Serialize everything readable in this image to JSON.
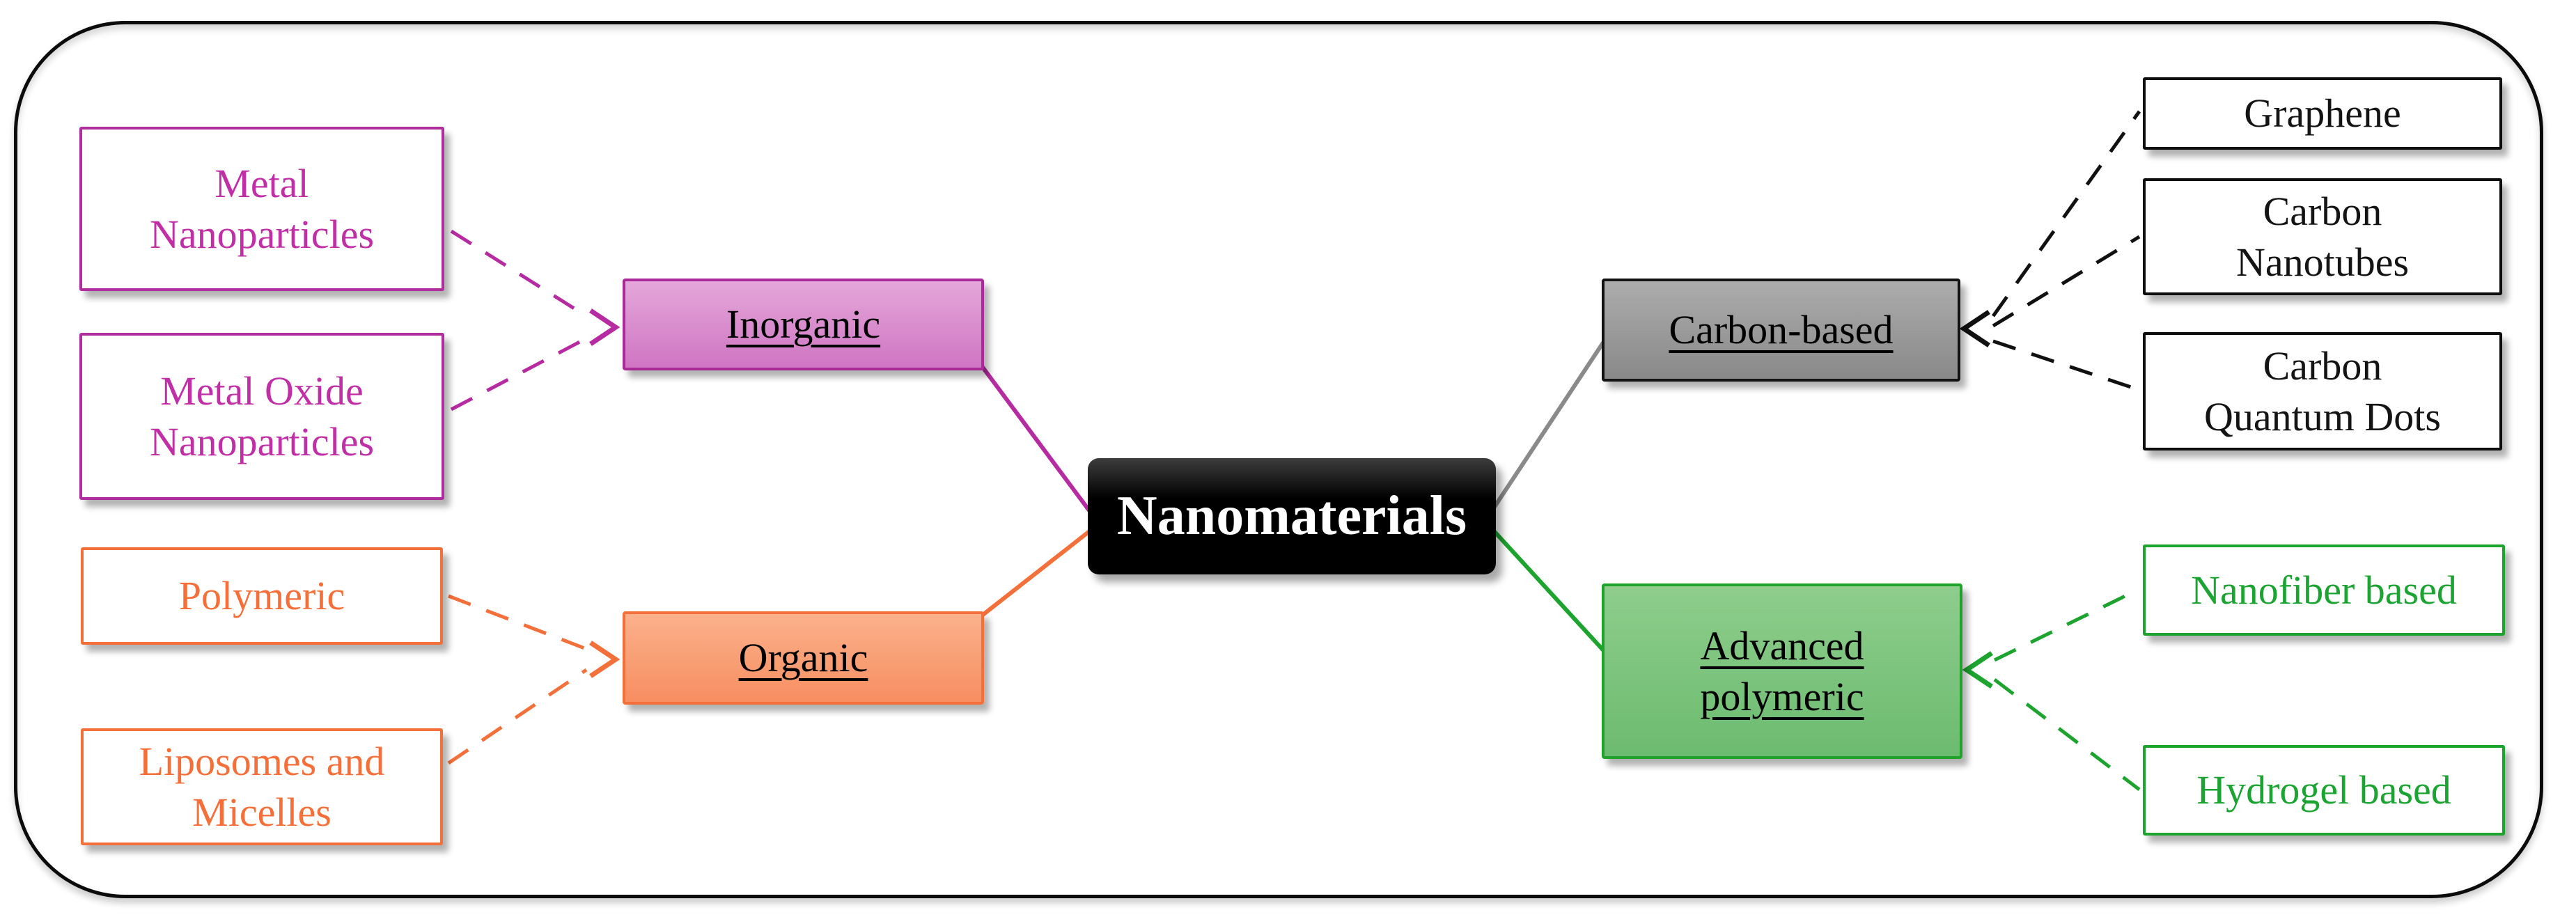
{
  "figure": {
    "root": {
      "label": "Nanomaterials",
      "text_color": "#ffffff",
      "bg_color": "#000000"
    },
    "branches": [
      {
        "label": "Inorganic",
        "accent_color": "#b02d9f",
        "fill_color": "#d88ccc",
        "line_style": "solid-to-root, dashed-from-children",
        "children": [
          {
            "label": "Metal Nanoparticles"
          },
          {
            "label": "Metal Oxide Nanoparticles"
          }
        ]
      },
      {
        "label": "Organic",
        "accent_color": "#f4703a",
        "fill_color": "#f9a47d",
        "line_style": "solid-to-root, dashed-from-children",
        "children": [
          {
            "label": "Polymeric"
          },
          {
            "label": "Liposomes and Micelles"
          }
        ]
      },
      {
        "label": "Carbon-based",
        "accent_color": "#131313",
        "fill_color": "#999999",
        "line_style": "solid-to-root, dashed-from-children",
        "children": [
          {
            "label": "Graphene"
          },
          {
            "label": "Carbon Nanotubes"
          },
          {
            "label": "Carbon Quantum Dots"
          }
        ]
      },
      {
        "label": "Advanced polymeric",
        "accent_color": "#1fa32b",
        "fill_color": "#7cc47f",
        "line_style": "solid-to-root, dashed-from-children",
        "children": [
          {
            "label": "Nanofiber based"
          },
          {
            "label": "Hydrogel based"
          }
        ]
      }
    ]
  }
}
